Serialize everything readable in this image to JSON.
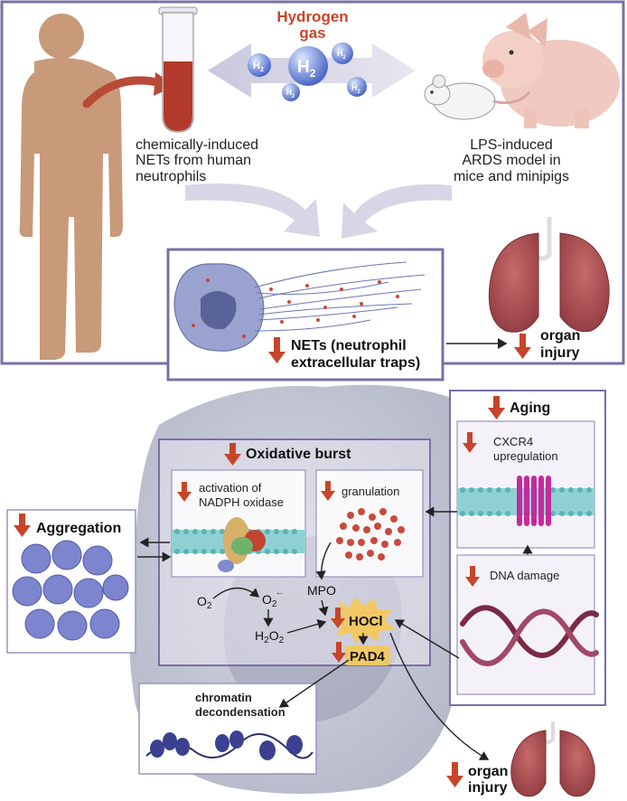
{
  "hydrogen": {
    "line1": "Hydrogen",
    "line2": "gas",
    "h2": "H",
    "sub": "2"
  },
  "human": {
    "line1": "chemically-induced",
    "line2": "NETs from human",
    "line3": "neutrophils"
  },
  "animal": {
    "line1": "LPS-induced",
    "line2": "ARDS model in",
    "line3": "mice and minipigs"
  },
  "nets": {
    "line1": "NETs (neutrophil",
    "line2": "extracellular traps)"
  },
  "organ_top": {
    "line1": "organ",
    "line2": "injury"
  },
  "aging": {
    "title": "Aging",
    "cxcr4_line1": "CXCR4",
    "cxcr4_line2": "upregulation",
    "dna": "DNA damage"
  },
  "oxidative": {
    "title": "Oxidative burst",
    "nadph_line1": "activation of",
    "nadph_line2": "NADPH oxidase",
    "granulation": "granulation"
  },
  "aggregation": {
    "title": "Aggregation"
  },
  "chem": {
    "o2": "O",
    "o2_sub": "2",
    "o2rad": "O",
    "o2rad_sub": "2",
    "o2rad_sup": "-·",
    "h2o2_a": "H",
    "h2o2_b": "2",
    "h2o2_c": "O",
    "h2o2_d": "2",
    "mpo": "MPO",
    "hocl": "HOCl",
    "pad4": "PAD4"
  },
  "chromatin": {
    "line1": "chromatin",
    "line2": "decondensation"
  },
  "organ_bottom": {
    "line1": "organ",
    "line2": "injury"
  },
  "colors": {
    "accent_red": "#c8442a",
    "frame": "#7b6fa6",
    "box_fill": "#f4f2f8",
    "cell": "#b9bccb",
    "lung": "#b8565a"
  }
}
